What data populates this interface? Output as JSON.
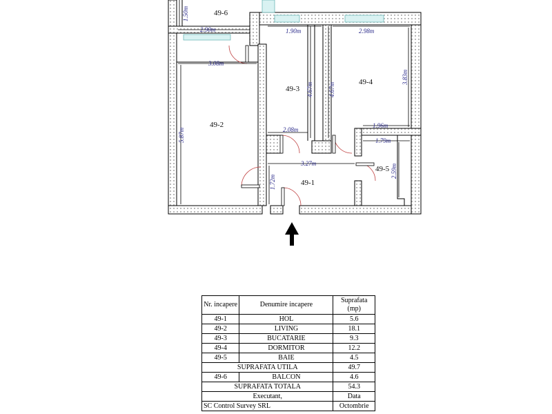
{
  "rooms": {
    "r49_1": "49-1",
    "r49_2": "49-2",
    "r49_3": "49-3",
    "r49_4": "49-4",
    "r49_5": "49-5",
    "r49_6": "49-6"
  },
  "dimensions": {
    "d_150": "1.50m",
    "d_290": "2.90m",
    "d_308": "3.08m",
    "d_587": "5.87m",
    "d_190": "1.90m",
    "d_298": "2.98m",
    "d_467a": "4.67m",
    "d_467b": "4.67m",
    "d_383": "3.83m",
    "d_196": "1.96m",
    "d_208": "2.08m",
    "d_179": "1.79m",
    "d_327": "3.27m",
    "d_259": "2.59m",
    "d_172": "1.72m"
  },
  "table": {
    "headers": [
      "Nr. incapere",
      "Denumire incapere",
      "Suprafata (mp)"
    ],
    "rows": [
      {
        "nr": "49-1",
        "name": "HOL",
        "area": "5.6"
      },
      {
        "nr": "49-2",
        "name": "LIVING",
        "area": "18.1"
      },
      {
        "nr": "49-3",
        "name": "BUCATARIE",
        "area": "9.3"
      },
      {
        "nr": "49-4",
        "name": "DORMITOR",
        "area": "12.2"
      },
      {
        "nr": "49-5",
        "name": "BAIE",
        "area": "4.5"
      }
    ],
    "utila_label": "SUPRAFATA UTILA",
    "utila_value": "49.7",
    "balcon": {
      "nr": "49-6",
      "name": "BALCON",
      "area": "4.6"
    },
    "totala_label": "SUPRAFATA TOTALA",
    "totala_value": "54.3",
    "executant_label": "Executant,",
    "data_label": "Data",
    "company": "SC Control Survey SRL",
    "month": "Octombrie"
  },
  "colors": {
    "wall_hatch": "#b8b8b8",
    "door_arc": "#c04040",
    "window_fill": "#d9f2f2",
    "dimension_text": "#2a2a8a"
  }
}
